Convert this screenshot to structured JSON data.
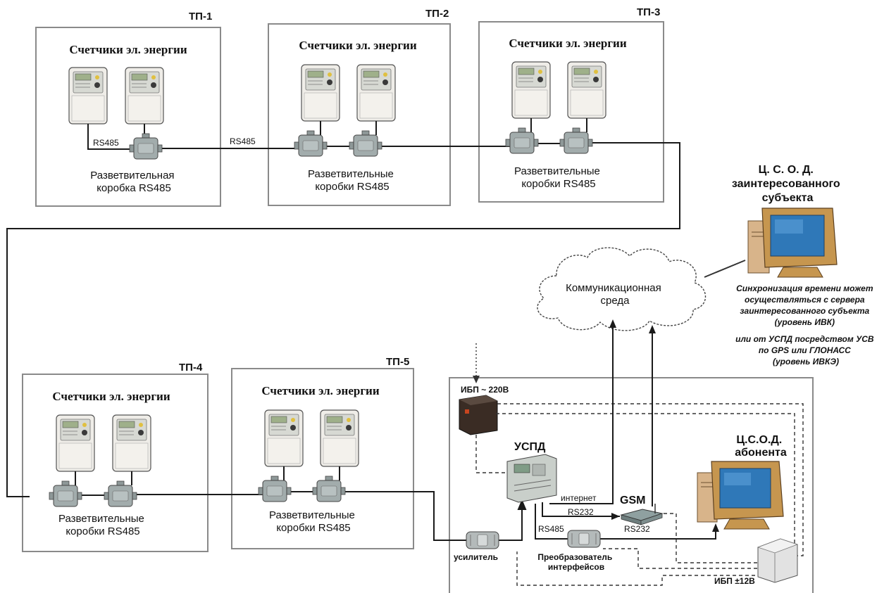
{
  "substations": [
    {
      "id": "tp1",
      "label": "ТП-1",
      "title": "Счетчики эл. энергии",
      "box_label": [
        "Разветвительная",
        "коробка RS485"
      ]
    },
    {
      "id": "tp2",
      "label": "ТП-2",
      "title": "Счетчики эл. энергии",
      "box_label": [
        "Разветвительные",
        "коробки RS485"
      ]
    },
    {
      "id": "tp3",
      "label": "ТП-3",
      "title": "Счетчики эл. энергии",
      "box_label": [
        "Разветвительные",
        "коробки RS485"
      ]
    },
    {
      "id": "tp4",
      "label": "ТП-4",
      "title": "Счетчики эл. энергии",
      "box_label": [
        "Разветвительные",
        "коробки RS485"
      ]
    },
    {
      "id": "tp5",
      "label": "ТП-5",
      "title": "Счетчики эл. энергии",
      "box_label": [
        "Разветвительные",
        "коробки RS485"
      ]
    }
  ],
  "links": {
    "rs485_a": "RS485",
    "rs485_b": "RS485",
    "rs485_c": "RS485",
    "rs232_a": "RS232",
    "rs232_b": "RS232",
    "internet": "интернет"
  },
  "cloud": {
    "line1": "Коммуникационная",
    "line2": "среда"
  },
  "server": {
    "lines": [
      "Ц. С. О. Д.",
      "заинтересованного",
      "субъекта"
    ]
  },
  "sync_note": {
    "lines": [
      "Синхронизация времени может",
      "осуществляться с сервера",
      "заинтересованного субъекта",
      "(уровень ИВК)",
      "или от УСПД посредством УСВ",
      "по GPS или ГЛОНАСС",
      "(уровень ИВКЭ)"
    ]
  },
  "uspd_panel": {
    "ups_main": "ИБП ~ 220В",
    "uspd": "УСПД",
    "gsm": "GSM",
    "subscriber": [
      "Ц.С.О.Д.",
      "абонента"
    ],
    "amplifier": "усилитель",
    "converter": [
      "Преобразователь",
      "интерфейсов"
    ],
    "ups_small": "ИБП ±12В"
  },
  "colors": {
    "line": "#1a1a1a",
    "frame": "#8a8a8a",
    "box": "#9aa6a6",
    "meter": "#e8e6e1",
    "screen": "#3d8ec8"
  }
}
